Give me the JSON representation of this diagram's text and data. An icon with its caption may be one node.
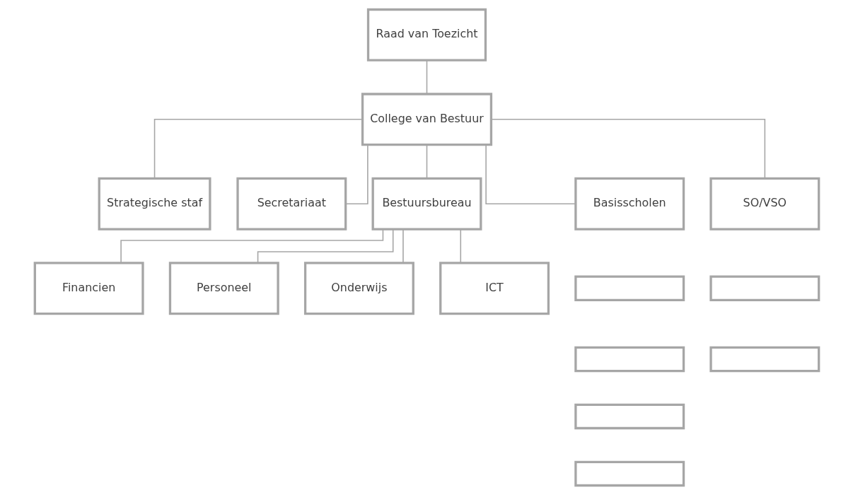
{
  "diagram": {
    "nodes": [
      {
        "text": [
          "Raad van Toezicht"
        ]
      },
      {
        "text": [
          "College van Bestuur"
        ]
      },
      {
        "text": [
          "Strategische staf"
        ]
      },
      {
        "text": [
          "Secretariaat"
        ]
      },
      {
        "text": [
          "Bestuursbureau"
        ]
      },
      {
        "text": [
          "Basisscholen"
        ]
      },
      {
        "text": [
          "SO/VSO"
        ]
      },
      {
        "text": [
          "Financien"
        ]
      },
      {
        "text": [
          "Personeel"
        ]
      },
      {
        "text": [
          "Onderwijs"
        ]
      },
      {
        "text": [
          "ICT"
        ]
      },
      {
        "text": [],
        "shape": "box"
      },
      {
        "text": [],
        "shape": "box"
      },
      {
        "text": [],
        "shape": "box"
      },
      {
        "text": [],
        "shape": "box"
      },
      {
        "text": [],
        "shape": "box"
      },
      {
        "text": [],
        "shape": "box"
      }
    ],
    "edges": [
      {
        "from": 0,
        "to": 1,
        "arrow": "none"
      },
      {
        "from": 1,
        "to": 2,
        "arrow": "none"
      },
      {
        "from": 1,
        "to": 3,
        "arrow": "none"
      },
      {
        "from": 1,
        "to": 4,
        "arrow": "none"
      },
      {
        "from": 1,
        "to": 5,
        "arrow": "none"
      },
      {
        "from": 1,
        "to": 6,
        "arrow": "none"
      },
      {
        "from": 4,
        "to": 7,
        "arrow": "none"
      },
      {
        "from": 4,
        "to": 8,
        "arrow": "none"
      },
      {
        "from": 4,
        "to": 9,
        "arrow": "none"
      },
      {
        "from": 4,
        "to": 10,
        "arrow": "none"
      }
    ]
  }
}
